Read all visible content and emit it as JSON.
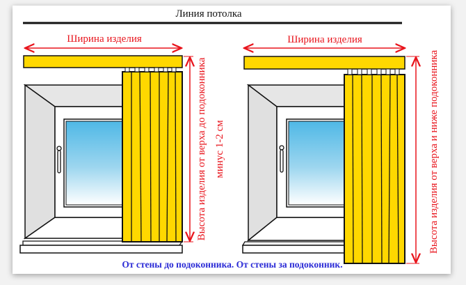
{
  "title": "Линия потолка",
  "left": {
    "width_label": "Ширина изделия",
    "height_label_line1": "Высота изделия от верха до подоконника",
    "height_label_line2": "минус 1-2 см"
  },
  "right": {
    "width_label": "Ширина изделия",
    "height_label": "Высота изделия от верха и ниже подоконника"
  },
  "caption": "От стены до подоконника. От стены за подоконник.",
  "colors": {
    "curtain": "#ffd800",
    "measure": "#e8141c",
    "caption": "#2b2bd6",
    "glass_top": "#4fb8e6"
  }
}
